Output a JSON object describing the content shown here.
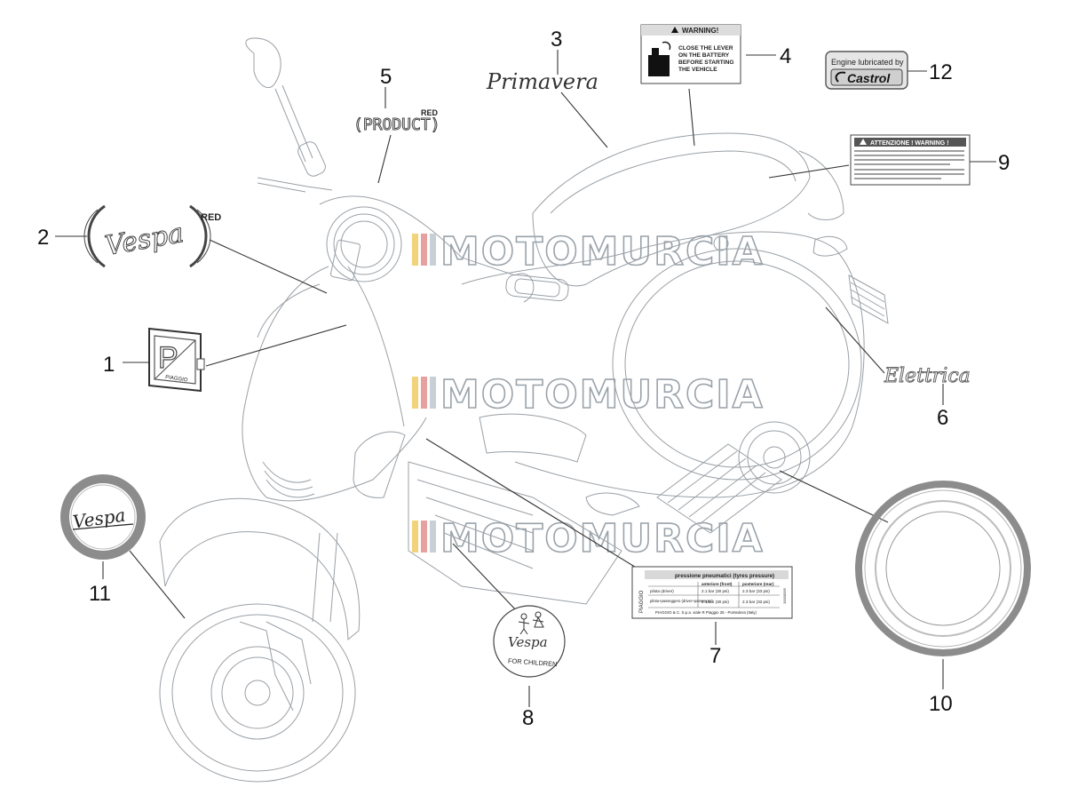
{
  "callouts": [
    "1",
    "2",
    "3",
    "4",
    "5",
    "6",
    "7",
    "8",
    "9",
    "10",
    "11",
    "12"
  ],
  "watermark": "MOTOMURCIA",
  "stickers": {
    "primavera": "Primavera",
    "elettrica": "Elettrica",
    "product_red": "(PRODUCT)",
    "red_sup": "RED",
    "vespa_logo": "Vespa",
    "vespa_red_sup": "RED",
    "piaggio_plate": "PIAGGIO",
    "warning_title": "WARNING!",
    "warning_lines": [
      "CLOSE THE LEVER",
      "ON THE BATTERY",
      "BEFORE STARTING",
      "THE VEHICLE"
    ],
    "castrol_line1": "Engine lubricated by",
    "castrol_line2": "Castrol",
    "attenzione_title": "ATTENZIONE ! WARNING !",
    "tyre_title": "pressione pneumatici (tyres pressure)",
    "tyre_col_front": "anteriore (front)",
    "tyre_col_rear": "posteriore (rear)",
    "tyre_row1_label": "pilota (driver)",
    "tyre_row1_front": "2.1 bar (30 psi)",
    "tyre_row1_rear": "2.3 bar (33 psi)",
    "tyre_row2_label": "pilota+passeggero (driver+passenger)",
    "tyre_row2_front": "2.1 bar (30 psi)",
    "tyre_row2_rear": "2.3 bar (33 psi)",
    "tyre_brand": "PIAGGIO",
    "tyre_footer": "PIAGGIO & C. S.p.a. viale R Piaggio 25 - Pontedera (Italy)",
    "children_logo": "Vespa",
    "children_text": "FOR CHILDREN"
  }
}
